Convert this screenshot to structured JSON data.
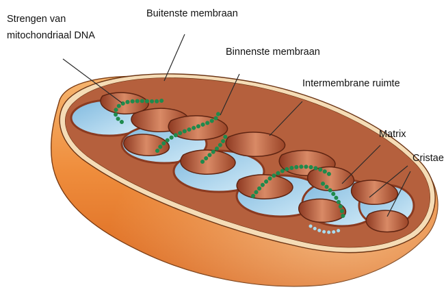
{
  "labels": {
    "dna_line1": "Strengen van",
    "dna_line2": "mitochondriaal DNA",
    "outer_membrane": "Buitenste membraan",
    "inner_membrane": "Binnenste membraan",
    "intermembrane_space": "Intermembrane ruimte",
    "matrix": "Matrix",
    "cristae": "Cristae"
  },
  "colors": {
    "outer_shell": "#e8833a",
    "shell_light": "#f6c48f",
    "cut_surface": "#f3d7b0",
    "inner_membrane": "#b0553a",
    "inner_membrane_light": "#e0a48a",
    "matrix": "#a9d4ee",
    "dna": "#1f8a4c",
    "leader_line": "#2a2a2a"
  }
}
